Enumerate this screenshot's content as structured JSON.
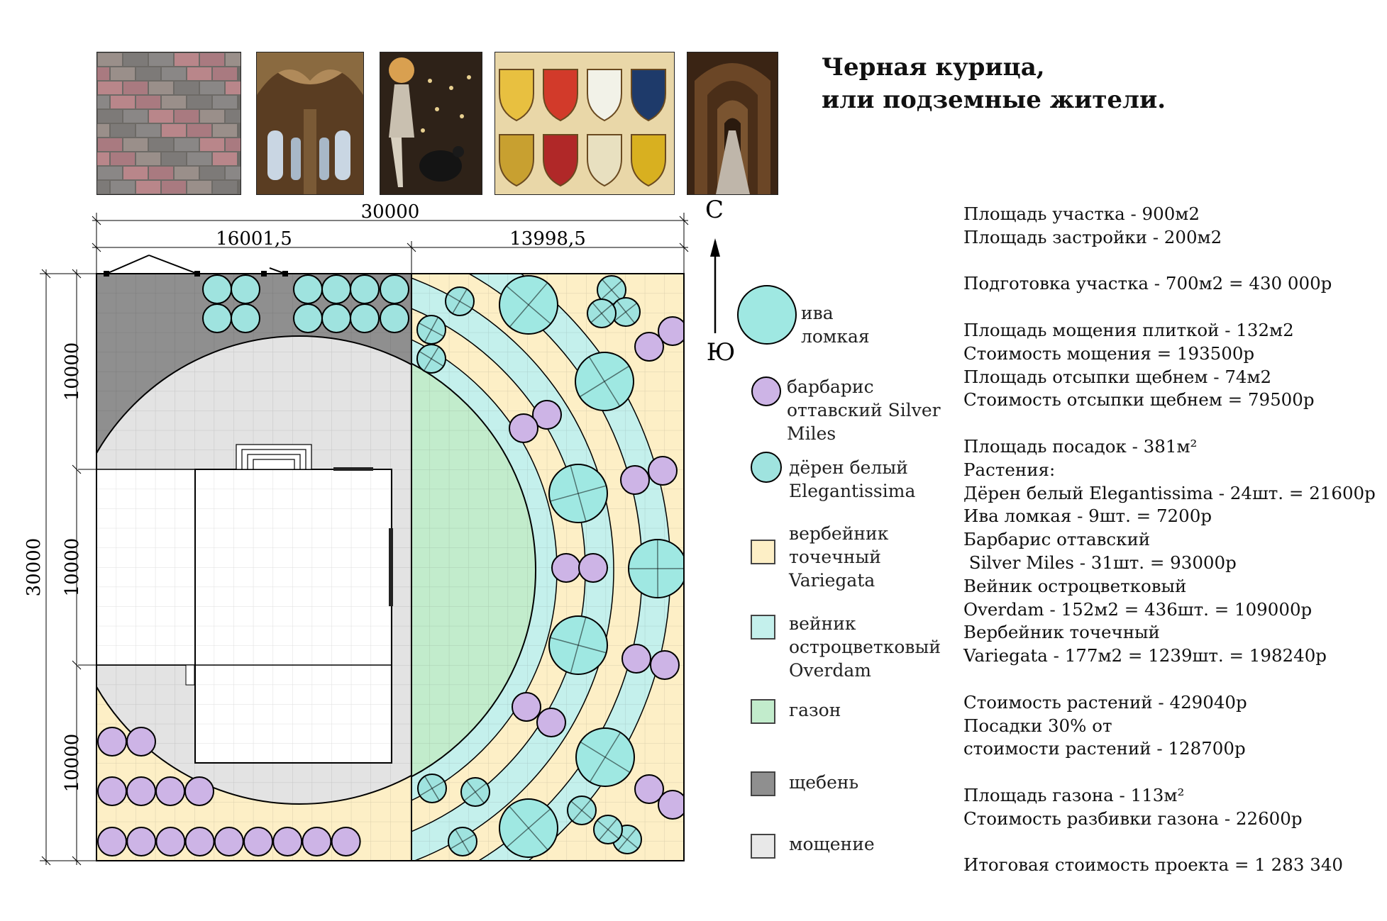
{
  "title": {
    "line1": "Черная курица,",
    "line2": "или подземные жители."
  },
  "photos": [
    {
      "name": "paving-tiles-photo"
    },
    {
      "name": "gothic-vault-photo"
    },
    {
      "name": "boy-with-chicken-illustration"
    },
    {
      "name": "heraldic-shields-photo"
    },
    {
      "name": "underground-arcade-photo"
    }
  ],
  "plan": {
    "dim_total_top": "30000",
    "dim_left_part": "16001,5",
    "dim_right_part": "13998,5",
    "dim_total_side": "30000",
    "dim_section_1": "10000",
    "dim_section_2": "10000",
    "dim_section_3": "10000",
    "compass_north": "С",
    "compass_south": "Ю"
  },
  "legend": {
    "willow_line1": "ива",
    "willow_line2": "ломкая",
    "barberry_line1": "барбарис",
    "barberry_line2": "оттавский Silver",
    "barberry_line3": "Miles",
    "dogwood_line1": "дёрен белый",
    "dogwood_line2": "Elegantissima",
    "loosestrife_line1": "вербейник",
    "loosestrife_line2": "точечный",
    "loosestrife_line3": "Variegata",
    "reedgrass_line1": "вейник",
    "reedgrass_line2": "остроцветковый",
    "reedgrass_line3": "Overdam",
    "lawn": "газон",
    "gravel": "щебень",
    "paving": "мощение",
    "colors": {
      "loosestrife": "#fdefc6",
      "reedgrass": "#c4f0ec",
      "lawn": "#c2eccc",
      "gravel": "#8f8f8f",
      "paving": "#e8e8e8",
      "willow": "#9fe8e2",
      "barberry": "#cdb4e6",
      "dogwood": "#9fe3df"
    }
  },
  "stats": [
    "Площадь участка - 900м2",
    "Площадь застройки - 200м2",
    "",
    "Подготовка участка - 700м2 = 430 000р",
    "",
    "Площадь мощения плиткой - 132м2",
    "Стоимость мощения = 193500р",
    "Площадь отсыпки щебнем - 74м2",
    "Стоимость отсыпки щебнем = 79500р",
    "",
    "Площадь посадок - 381м²",
    "Растения:",
    "Дёрен белый Elegantissima - 24шт. = 21600р",
    "Ива ломкая - 9шт. = 7200р",
    "Барбарис оттавский",
    " Silver Miles - 31шт. = 93000р",
    "Вейник остроцветковый",
    "Overdam - 152м2 = 436шт. = 109000р",
    "Вербейник точечный",
    "Variegata - 177м2 = 1239шт. = 198240р",
    "",
    "Стоимость растений - 429040р",
    "Посадки 30% от",
    "стоимости растений - 128700р",
    "",
    "Площадь газона - 113м²",
    "Стоимость разбивки газона - 22600р",
    "",
    "Итоговая стоимость проекта = 1 283 340"
  ]
}
